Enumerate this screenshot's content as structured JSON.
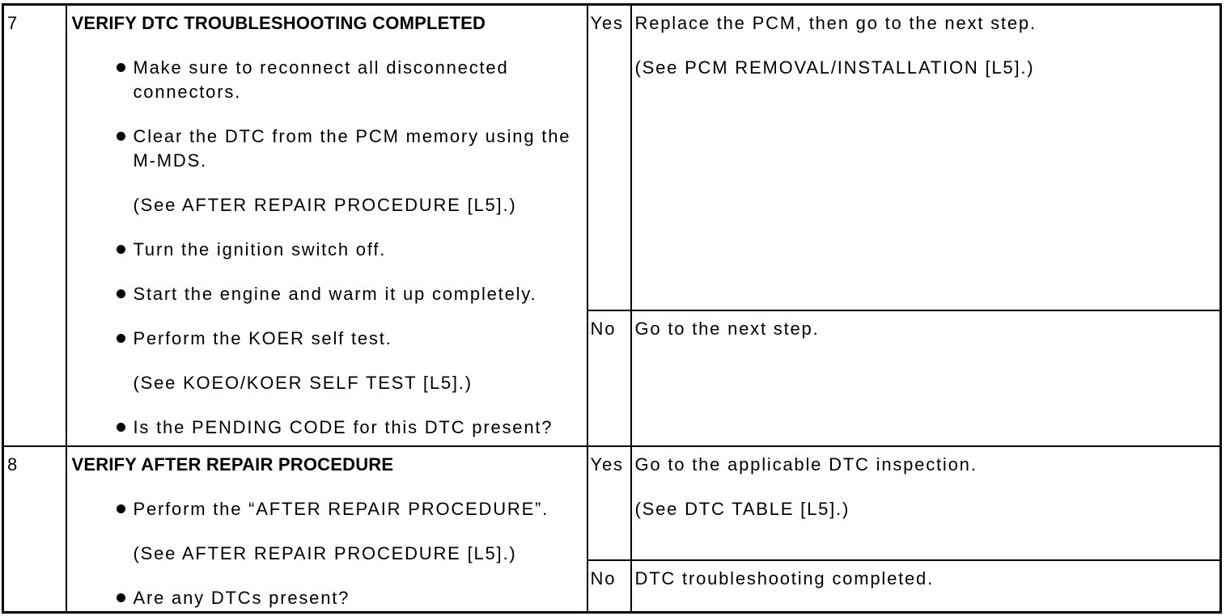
{
  "page": {
    "background": "#ffffff",
    "text_color": "#000000",
    "border_color": "#000000"
  },
  "table": {
    "rows": [
      {
        "step": "7",
        "action": {
          "title": "VERIFY DTC TROUBLESHOOTING COMPLETED",
          "items": [
            {
              "bullet": true,
              "text": "Make sure to reconnect all disconnected connectors."
            },
            {
              "bullet": true,
              "text": "Clear the DTC from the PCM memory using the M-MDS."
            },
            {
              "bullet": false,
              "text": "(See AFTER REPAIR PROCEDURE [L5].)"
            },
            {
              "bullet": true,
              "text": "Turn the ignition switch off."
            },
            {
              "bullet": true,
              "text": "Start the engine and warm it up completely."
            },
            {
              "bullet": true,
              "text": "Perform the KOER self test."
            },
            {
              "bullet": false,
              "text": "(See KOEO/KOER SELF TEST [L5].)"
            },
            {
              "bullet": true,
              "text": "Is the PENDING CODE for this DTC present?"
            }
          ]
        },
        "outcomes": [
          {
            "answer": "Yes",
            "lines": [
              "Replace the PCM, then go to the next step.",
              "(See PCM REMOVAL/INSTALLATION [L5].)"
            ]
          },
          {
            "answer": "No",
            "lines": [
              "Go to the next step."
            ]
          }
        ]
      },
      {
        "step": "8",
        "action": {
          "title": "VERIFY AFTER REPAIR PROCEDURE",
          "items": [
            {
              "bullet": true,
              "text": "Perform the “AFTER REPAIR PROCEDURE”."
            },
            {
              "bullet": false,
              "text": "(See AFTER REPAIR PROCEDURE [L5].)"
            },
            {
              "bullet": true,
              "text": "Are any DTCs present?"
            }
          ]
        },
        "outcomes": [
          {
            "answer": "Yes",
            "lines": [
              "Go to the applicable DTC inspection.",
              "(See DTC TABLE [L5].)"
            ]
          },
          {
            "answer": "No",
            "lines": [
              "DTC troubleshooting completed."
            ]
          }
        ]
      }
    ]
  }
}
